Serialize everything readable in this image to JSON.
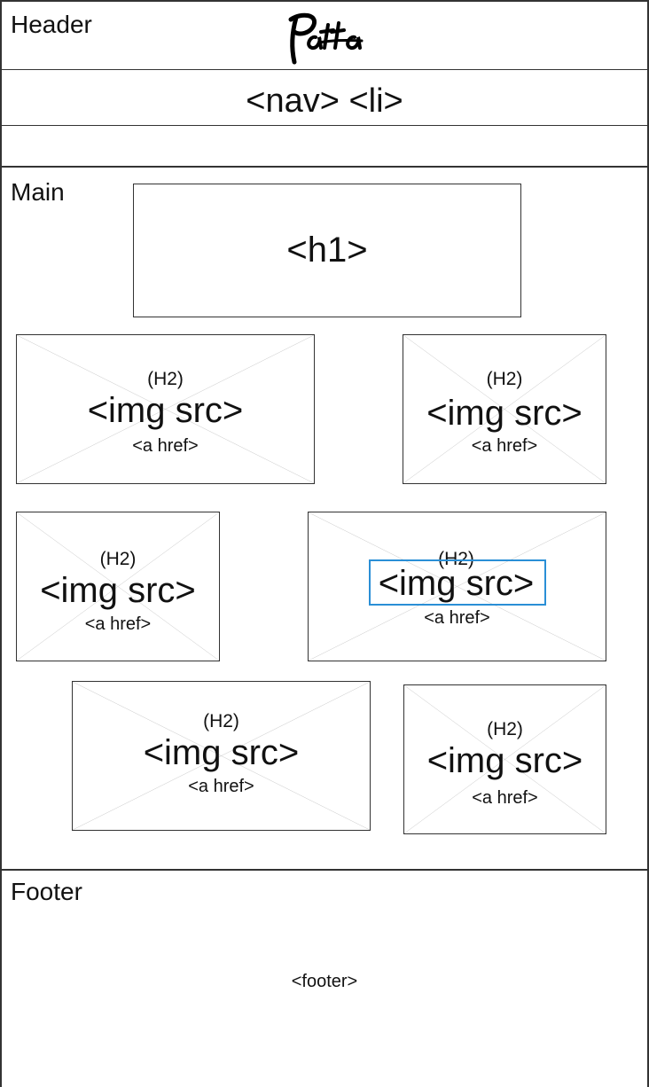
{
  "header": {
    "label": "Header",
    "logo_text": "Patta",
    "nav_text": "<nav> <li>"
  },
  "main": {
    "label": "Main",
    "h1_text": "<h1>",
    "cards": [
      {
        "heading": "(H2)",
        "image": "<img src>",
        "link": "<a href>"
      },
      {
        "heading": "(H2)",
        "image": "<img src>",
        "link": "<a href>"
      },
      {
        "heading": "(H2)",
        "image": "<img src>",
        "link": "<a href>"
      },
      {
        "heading": "(H2)",
        "image": "<img src>",
        "link": "<a href>"
      },
      {
        "heading": "(H2)",
        "image": "<img src>",
        "link": "<a href>"
      },
      {
        "heading": "(H2)",
        "image": "<img src>",
        "link": "<a href>"
      }
    ]
  },
  "footer": {
    "label": "Footer",
    "footer_text": "<footer>"
  },
  "colors": {
    "line": "#333333",
    "placeholder_cross": "#c8c8c8",
    "selection": "#2a8fd6"
  }
}
